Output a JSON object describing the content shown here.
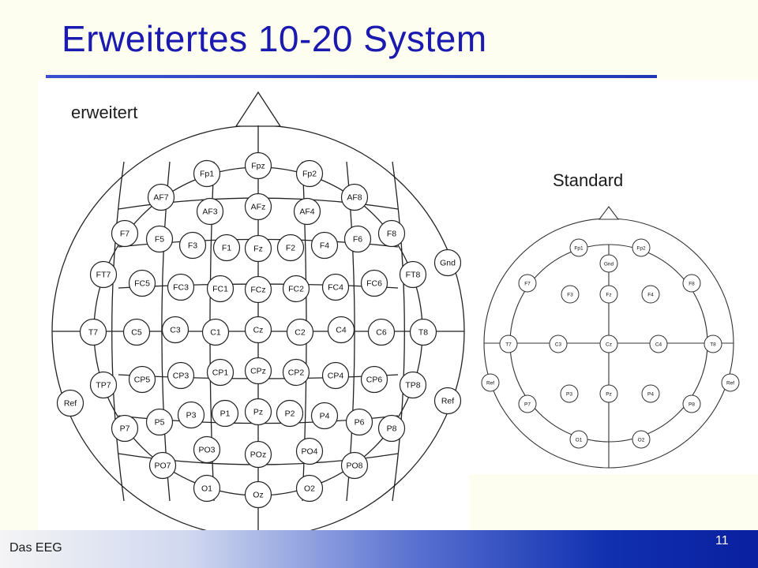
{
  "slide": {
    "title": "Erweitertes 10-20 System",
    "label_extended": "erweitert",
    "label_standard": "Standard",
    "footer_left": "Das EEG",
    "page_number": "11"
  },
  "colors": {
    "title": "#1a1ab0",
    "footer_dark": "#0a20a0"
  },
  "extended_electrodes": [
    "Fpz",
    "Fp1",
    "Fp2",
    "AF7",
    "AF8",
    "AF3",
    "AFz",
    "AF4",
    "F7",
    "F5",
    "F3",
    "F1",
    "Fz",
    "F2",
    "F4",
    "F6",
    "F8",
    "Gnd",
    "FT7",
    "FC5",
    "FC3",
    "FC1",
    "FCz",
    "FC2",
    "FC4",
    "FC6",
    "FT8",
    "T7",
    "C5",
    "C3",
    "C1",
    "Cz",
    "C2",
    "C4",
    "C6",
    "T8",
    "TP7",
    "CP5",
    "CP3",
    "CP1",
    "CPz",
    "CP2",
    "CP4",
    "CP6",
    "TP8",
    "Ref",
    "Ref",
    "P7",
    "P5",
    "P3",
    "P1",
    "Pz",
    "P2",
    "P4",
    "P6",
    "P8",
    "PO3",
    "POz",
    "PO4",
    "PO7",
    "PO8",
    "O1",
    "Oz",
    "O2"
  ],
  "standard_electrodes": [
    "Fp1",
    "Fp2",
    "Gnd",
    "F7",
    "F3",
    "Fz",
    "F4",
    "F8",
    "T7",
    "C3",
    "Cz",
    "C4",
    "T8",
    "Ref",
    "Ref",
    "P7",
    "P3",
    "Pz",
    "P4",
    "P8",
    "O1",
    "O2"
  ]
}
